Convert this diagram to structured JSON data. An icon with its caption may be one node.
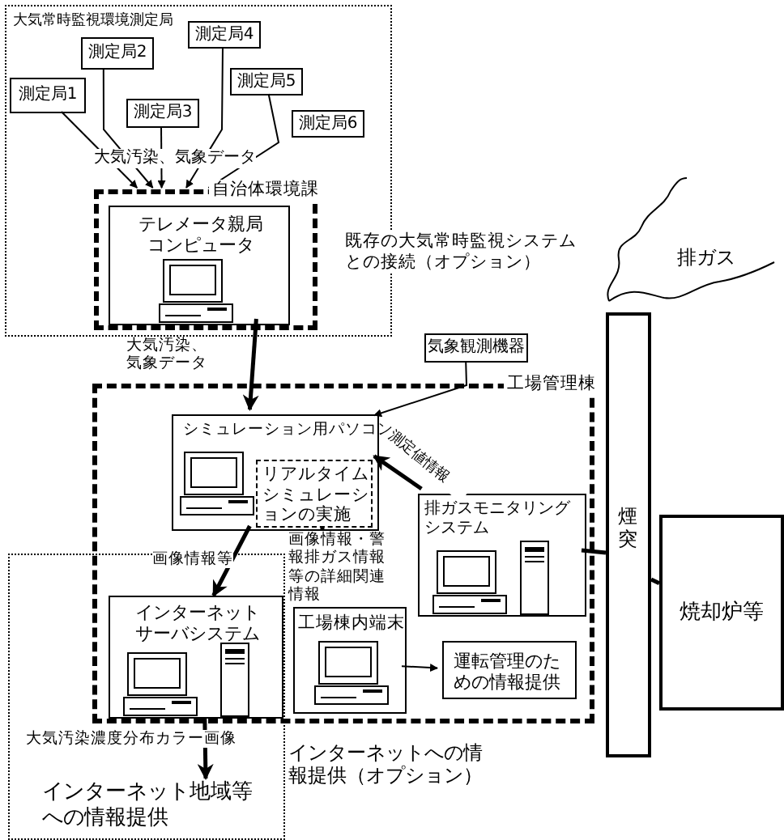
{
  "diagram": {
    "nodes": [
      {
        "text": [
          "大気常時監視環境測定局"
        ]
      },
      {
        "text": [
          "測定局1"
        ],
        "in": 0
      },
      {
        "text": [
          "測定局2"
        ],
        "in": 0
      },
      {
        "text": [
          "測定局3"
        ],
        "in": 0
      },
      {
        "text": [
          "測定局4"
        ],
        "in": 0
      },
      {
        "text": [
          "測定局5"
        ],
        "in": 0
      },
      {
        "text": [
          "測定局6"
        ],
        "in": 0
      },
      {
        "text": [
          "自治体環境課"
        ],
        "in": 0
      },
      {
        "text": [
          "テレメータ親局コンピュータ"
        ],
        "in": 7
      },
      {
        "text": [
          "気象観測機器"
        ]
      },
      {
        "text": [
          "工場管理棟"
        ]
      },
      {
        "text": [
          "シミュレーション用パソコン"
        ],
        "in": 10
      },
      {
        "text": [
          "リアルタイムシミュレーションの実施"
        ],
        "in": 11
      },
      {
        "text": [
          "排ガスモニタリングシステム"
        ],
        "in": 10
      },
      {
        "text": [],
        "shape": "box"
      },
      {
        "text": [
          "インターネットサーバシステム"
        ]
      },
      {
        "text": [
          "工場棟内端末"
        ],
        "in": 10
      },
      {
        "text": [
          "運転管理のための情報提供"
        ],
        "in": 10
      },
      {
        "text": [
          "インターネット地域等への情報提供"
        ],
        "in": 14
      },
      {
        "text": [
          "煙突"
        ]
      },
      {
        "text": [
          "焼却炉等"
        ]
      }
    ],
    "edges": [
      {
        "from": 1,
        "to": 7,
        "arrow": "to"
      },
      {
        "from": 2,
        "to": 7,
        "arrow": "to"
      },
      {
        "from": 3,
        "to": 7,
        "arrow": "to"
      },
      {
        "from": 4,
        "to": 7,
        "arrow": "to"
      },
      {
        "from": 5,
        "to": 7,
        "arrow": "to"
      },
      {
        "from": 8,
        "to": 11,
        "arrow": "to",
        "style": "thick",
        "label": "大気汚染、気象データ"
      },
      {
        "from": 9,
        "to": 11,
        "arrow": "to"
      },
      {
        "from": 13,
        "to": 11,
        "arrow": "to",
        "style": "thick",
        "label": "測定値情報"
      },
      {
        "from": 11,
        "to": 15,
        "arrow": "to",
        "style": "thick",
        "label": "画像情報等"
      },
      {
        "from": 11,
        "to": 16,
        "arrow": "to",
        "style": "thick",
        "label": "画像情報・警報排ガス情報等の詳細関連情報"
      },
      {
        "from": 16,
        "to": 17,
        "arrow": "to"
      },
      {
        "from": 15,
        "to": 18,
        "arrow": "to",
        "style": "thick",
        "label": "大気汚染濃度分布カラー画像"
      },
      {
        "from": 13,
        "to": 19,
        "arrow": "none",
        "style": "thick"
      },
      {
        "from": 19,
        "to": 20,
        "arrow": "none",
        "style": "thick"
      }
    ],
    "labels": [
      "大気汚染、気象データ",
      "既存の大気常時監視システムとの接続（オプション）",
      "排ガス",
      "インターネットへの情報提供（オプション）"
    ]
  }
}
